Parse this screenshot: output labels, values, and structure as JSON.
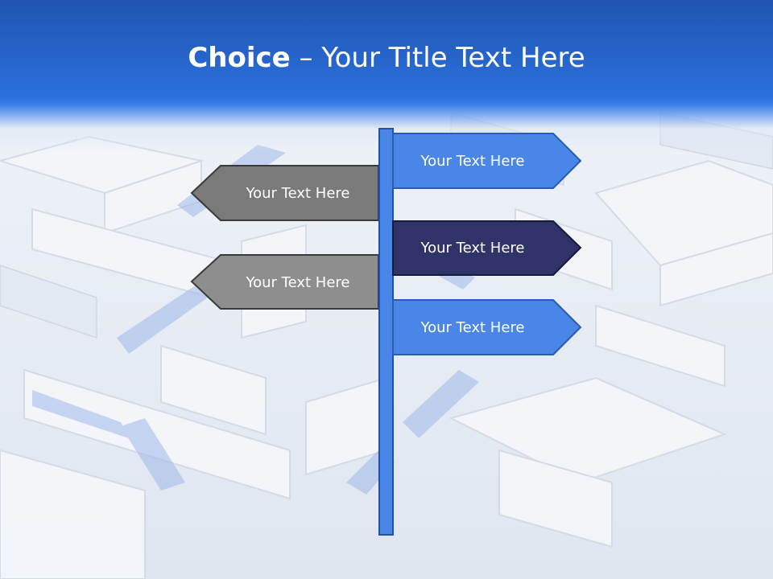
{
  "slide": {
    "title_bold": "Choice",
    "title_rest": " – Your Title Text Here"
  },
  "signs": {
    "right_top": "Your Text Here",
    "right_middle": "Your Text Here",
    "right_bottom": "Your Text Here",
    "left_top": "Your Text Here",
    "left_bottom": "Your Text Here"
  },
  "colors": {
    "header_blue": "#2b6fdc",
    "pole_blue": "#4a86e8",
    "sign_light_blue": "#4a86e8",
    "sign_dark_navy": "#2f3367",
    "sign_gray_dark": "#7a7a7a",
    "sign_gray_light": "#8e8e8e",
    "text_white": "#ffffff"
  }
}
